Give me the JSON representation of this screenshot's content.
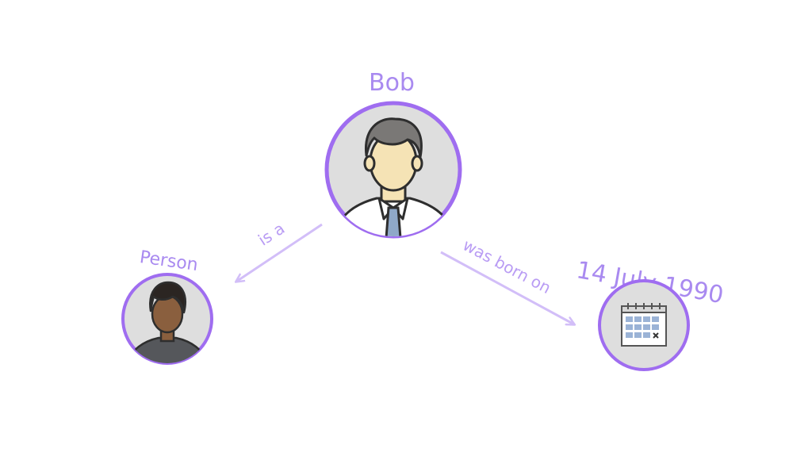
{
  "nodes": {
    "bob": {
      "label": "Bob",
      "icon": "man-with-tie-avatar-icon"
    },
    "person": {
      "label": "Person",
      "icon": "person-avatar-icon"
    },
    "date": {
      "label": "14 July 1990",
      "icon": "calendar-icon"
    }
  },
  "edges": {
    "is_a": {
      "label": "is a"
    },
    "born_on": {
      "label": "was born on"
    }
  },
  "colors": {
    "node_border": "#9f6df0",
    "node_fill": "#dedede",
    "label": "#a98af0",
    "edge": "#d2bef8"
  }
}
